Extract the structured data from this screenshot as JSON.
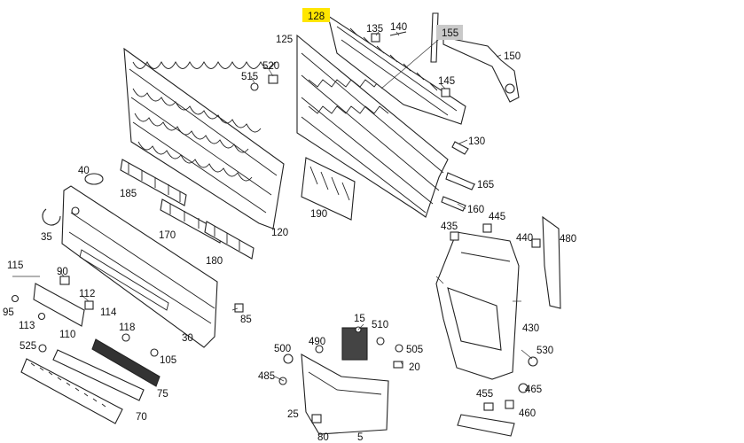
{
  "diagram": {
    "highlight_colors": {
      "active": "#ffe600",
      "selected": "#c9c9c9"
    },
    "active_part": "128",
    "selected_part": "155",
    "parts": {
      "p128": "128",
      "p135": "135",
      "p140": "140",
      "p155": "155",
      "p150": "150",
      "p125": "125",
      "p520": "520",
      "p515": "515",
      "p145": "145",
      "p130": "130",
      "p40": "40",
      "p185": "185",
      "p165": "165",
      "p190": "190",
      "p160": "160",
      "p435": "435",
      "p445": "445",
      "p440": "440",
      "p480": "480",
      "p35": "35",
      "p170": "170",
      "p120": "120",
      "p180": "180",
      "p115": "115",
      "p90": "90",
      "p95": "95",
      "p112": "112",
      "p114": "114",
      "p85": "85",
      "p113": "113",
      "p110": "110",
      "p118": "118",
      "p30": "30",
      "p15": "15",
      "p510": "510",
      "p430": "430",
      "p525": "525",
      "p500": "500",
      "p490": "490",
      "p505": "505",
      "p105": "105",
      "p530": "530",
      "p20": "20",
      "p485": "485",
      "p75": "75",
      "p465": "465",
      "p455": "455",
      "p25": "25",
      "p460": "460",
      "p70": "70",
      "p80": "80",
      "p5": "5"
    }
  }
}
